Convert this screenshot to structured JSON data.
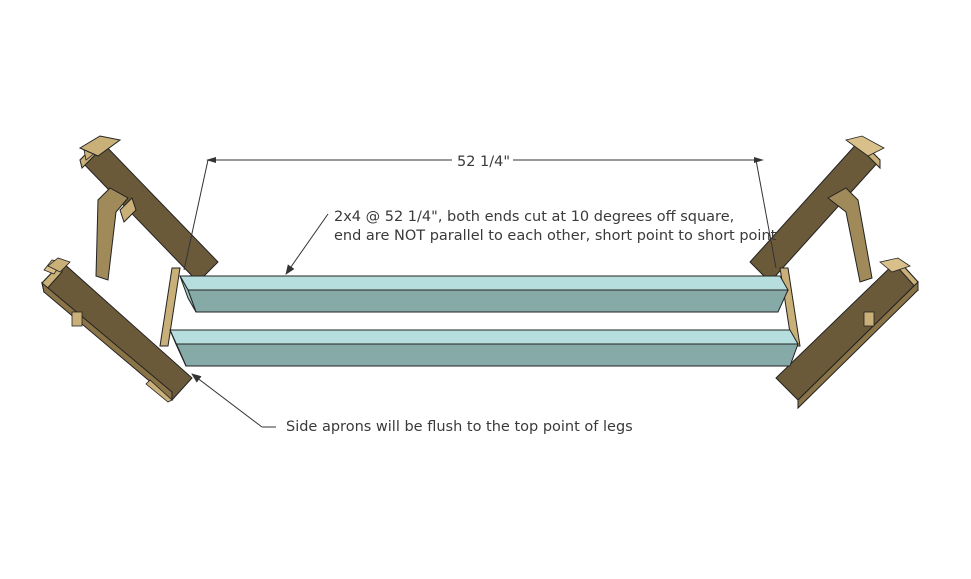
{
  "diagram": {
    "dimension_label": "52 1/4\"",
    "note_rails_line1": "2x4 @ 52 1/4\", both ends cut at 10 degrees off square,",
    "note_rails_line2": "end are NOT parallel to each other, short point to short point",
    "note_aprons": "Side aprons will be flush to the top point of legs"
  },
  "colors": {
    "wood_dark": "#6b5a3a",
    "wood_mid": "#8a7447",
    "wood_light": "#c9b078",
    "rail_top": "#b6dede",
    "rail_front": "#85aaa8",
    "line": "#333333"
  }
}
